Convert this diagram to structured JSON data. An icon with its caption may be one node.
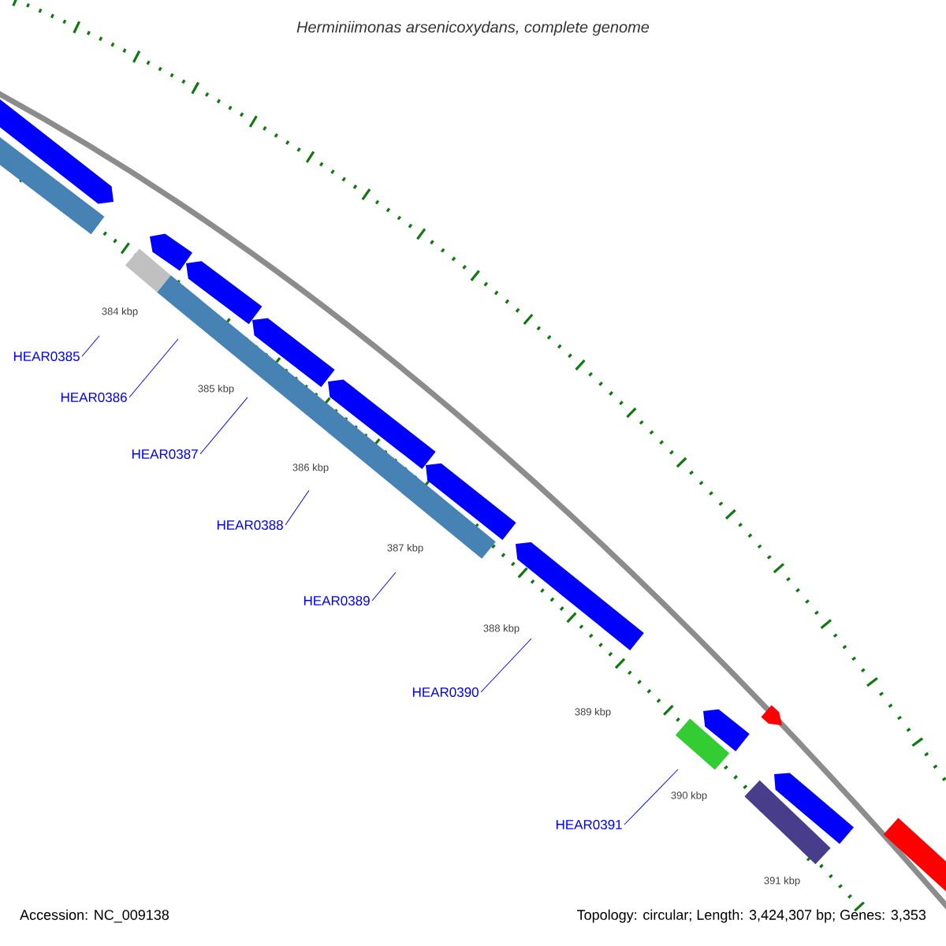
{
  "diagram": {
    "title": "Herminiimonas arsenicoxydans, complete genome",
    "nodes": [
      {
        "text": [
          "HEAR0385"
        ]
      },
      {
        "text": [
          "HEAR0386"
        ]
      },
      {
        "text": [
          "HEAR0387"
        ]
      },
      {
        "text": [
          "HEAR0388"
        ]
      },
      {
        "text": [
          "HEAR0389"
        ]
      },
      {
        "text": [
          "HEAR0390"
        ]
      },
      {
        "text": [
          "HEAR0391"
        ]
      }
    ],
    "edges": [
      {
        "from": 0,
        "to": null,
        "arrow": "none"
      },
      {
        "from": 1,
        "to": null,
        "arrow": "none"
      },
      {
        "from": 2,
        "to": null,
        "arrow": "none"
      },
      {
        "from": 3,
        "to": null,
        "arrow": "none"
      },
      {
        "from": 4,
        "to": null,
        "arrow": "none"
      },
      {
        "from": 5,
        "to": null,
        "arrow": "none"
      },
      {
        "from": 6,
        "to": null,
        "arrow": "none"
      }
    ],
    "labels": [
      "384 kbp",
      "385 kbp",
      "386 kbp",
      "387 kbp",
      "388 kbp",
      "389 kbp",
      "390 kbp",
      "391 kbp",
      "Accession: NC_009138",
      "Topology: circular; Length: 3,424,307 bp; Genes: 3,353"
    ]
  }
}
